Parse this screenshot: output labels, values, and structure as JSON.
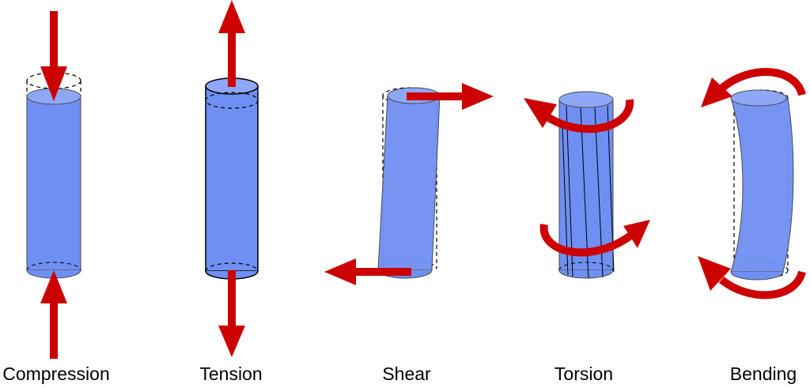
{
  "panels": [
    {
      "id": "compression",
      "label": "Compression"
    },
    {
      "id": "tension",
      "label": "Tension"
    },
    {
      "id": "shear",
      "label": "Shear"
    },
    {
      "id": "torsion",
      "label": "Torsion"
    },
    {
      "id": "bending",
      "label": "Bending"
    }
  ],
  "colors": {
    "cylinder_fill": "#6f8ff2",
    "cylinder_top": "#8ea8f7",
    "outline": "#4a4a4a",
    "arrow": "#cc0000",
    "background": "#ffffff"
  }
}
